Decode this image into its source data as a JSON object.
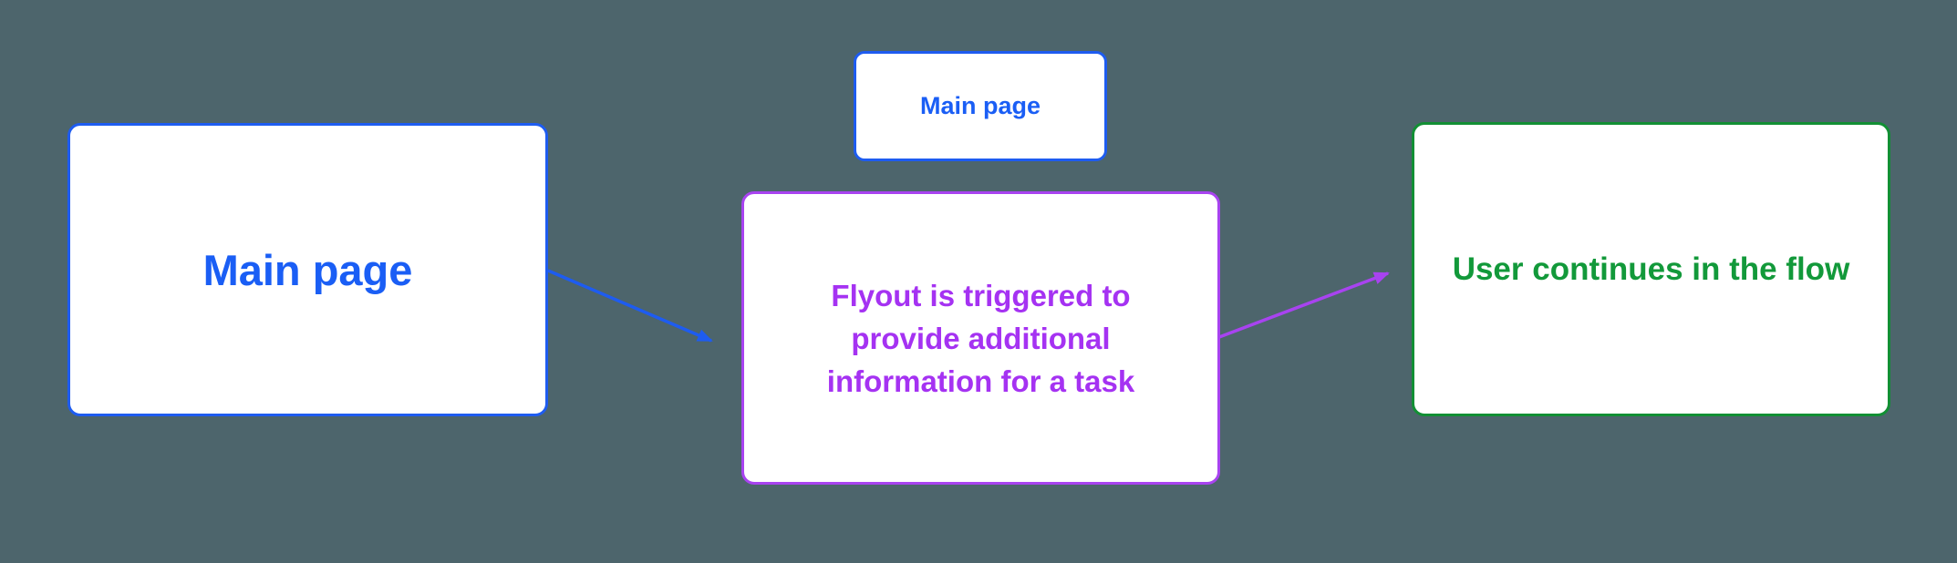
{
  "diagram": {
    "background_color": "#4d656c",
    "node_fill": "#ffffff",
    "colors": {
      "blue": "#1e5cf0",
      "purple": "#a843f0",
      "green": "#128f34"
    },
    "nodes": {
      "main_page_large": {
        "label": "Main page",
        "accent": "#1e5cf0"
      },
      "main_page_small": {
        "label": "Main page",
        "accent": "#1e5cf0"
      },
      "flyout": {
        "label": "Flyout is triggered to provide additional information for a task",
        "lines": [
          "Flyout is triggered to",
          "provide additional",
          "information for a task"
        ],
        "accent": "#a843f0"
      },
      "continue_flow": {
        "label": "User continues in the flow",
        "accent": "#128f34"
      }
    },
    "edges": [
      {
        "name": "main-to-flyout",
        "from": "main_page_large",
        "to": "flyout",
        "color": "#1e5cf0"
      },
      {
        "name": "flyout-to-continue",
        "from": "flyout",
        "to": "continue_flow",
        "color": "#a843f0"
      }
    ]
  }
}
